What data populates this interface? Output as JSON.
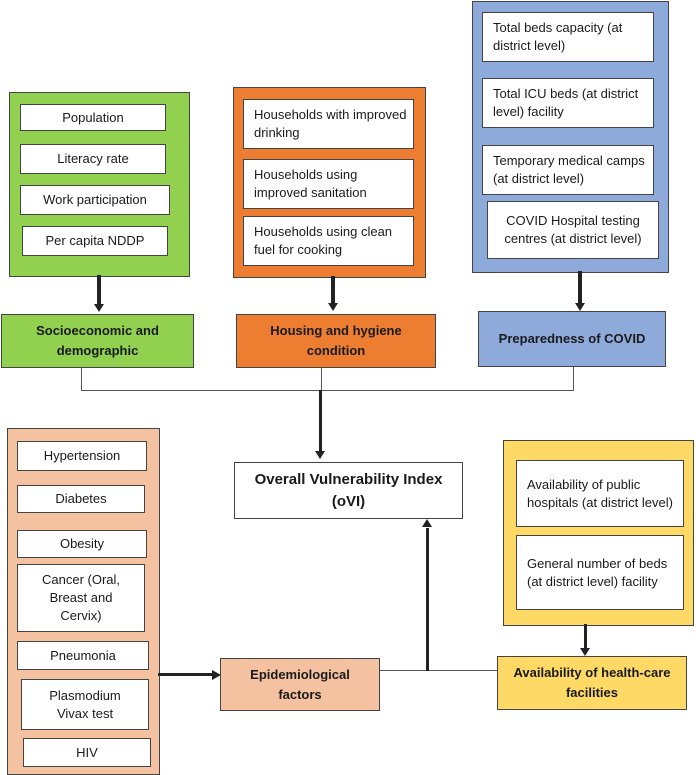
{
  "socio": {
    "items": [
      "Population",
      "Literacy rate",
      "Work participation",
      "Per capita NDDP"
    ],
    "label": "Socioeconomic and\ndemographic"
  },
  "housing": {
    "items": [
      "Households with improved drinking",
      "Households using improved sanitation",
      "Households using clean fuel for cooking"
    ],
    "label": "Housing and hygiene\ncondition"
  },
  "covid": {
    "items": [
      "Total beds capacity (at district level)",
      "Total ICU beds (at district level) facility",
      "Temporary medical camps (at district level)",
      "COVID Hospital testing centres (at district level)"
    ],
    "label": "Preparedness of COVID"
  },
  "ovi": {
    "title": "Overall Vulnerability Index",
    "abbr": "(oVI)"
  },
  "epi": {
    "items": [
      "Hypertension",
      "Diabetes",
      "Obesity",
      "Cancer (Oral, Breast and Cervix)",
      "Pneumonia",
      "Plasmodium Vivax test",
      "HIV"
    ],
    "label": "Epidemiological\nfactors"
  },
  "health": {
    "items": [
      "Availability of public hospitals (at district level)",
      "General number of beds (at district level) facility"
    ],
    "label": "Availability of health-care\nfacilities"
  },
  "colors": {
    "green": "#92d050",
    "orange": "#ed7d31",
    "blue": "#8eaadb",
    "peach": "#f4c2a1",
    "yellow": "#ffd966"
  }
}
